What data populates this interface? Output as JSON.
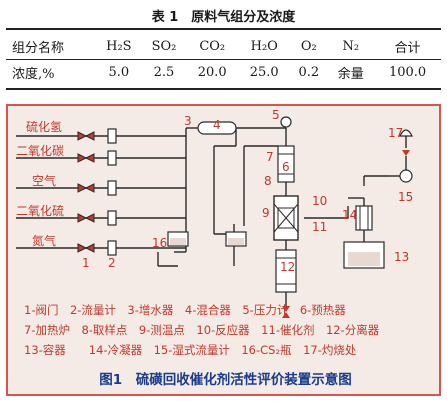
{
  "table": {
    "title": "表 1　原料气组分及浓度",
    "headers": [
      "组分名称",
      "H₂S",
      "SO₂",
      "CO₂",
      "H₂O",
      "O₂",
      "N₂",
      "合计"
    ],
    "row": [
      "浓度,%",
      "5.0",
      "2.5",
      "20.0",
      "25.0",
      "0.2",
      "余量",
      "100.0"
    ]
  },
  "figure": {
    "gas_labels": [
      "硫化氢",
      "二氧化碳",
      "空气",
      "二氧化硫",
      "氮气"
    ],
    "numbers": {
      "n1": "1",
      "n2": "2",
      "n3": "3",
      "n4": "4",
      "n5": "5",
      "n6": "6",
      "n7": "7",
      "n8": "8",
      "n9": "9",
      "n10": "10",
      "n11": "11",
      "n12": "12",
      "n13": "13",
      "n14": "14",
      "n15": "15",
      "n16": "16",
      "n17": "17"
    },
    "legend": [
      "1-阀门　2-流量计　3-增水器　4-混合器　5-压力计　6-预热器",
      "7-加热炉　8-取样点　9-测温点　10-反应器　11-催化剂　12-分离器",
      "13-容器　　14-冷凝器　15-湿式流量计　16-CS₂瓶　17-灼烧处"
    ],
    "caption": "图1　硫磺回收催化剂活性评价装置示意图",
    "colors": {
      "border": "#d9534f",
      "line": "#2a2a2a",
      "text": "#c0392b",
      "caption": "#1a3a8a"
    }
  }
}
